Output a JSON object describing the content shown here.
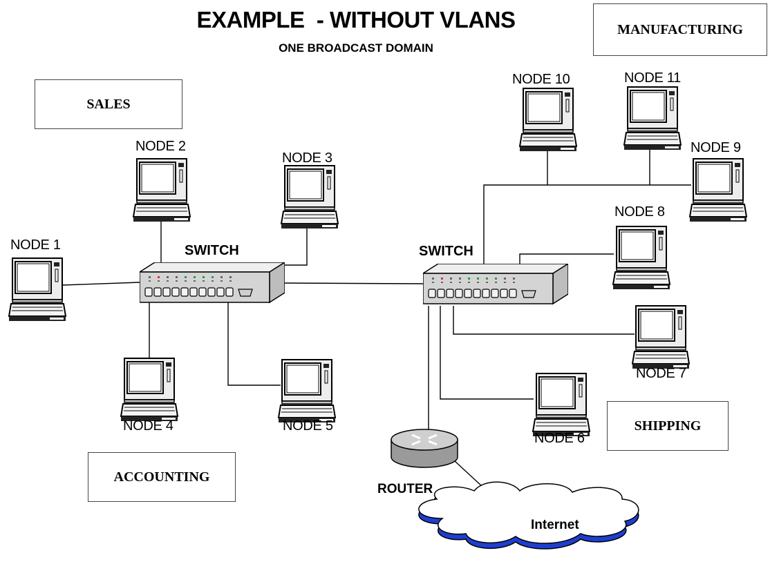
{
  "title": "EXAMPLE  - WITHOUT VLANS",
  "subtitle": "ONE BROADCAST DOMAIN",
  "departments": {
    "sales": "SALES",
    "accounting": "ACCOUNTING",
    "manufacturing": "MANUFACTURING",
    "shipping": "SHIPPING"
  },
  "nodes": {
    "n1": "NODE 1",
    "n2": "NODE 2",
    "n3": "NODE 3",
    "n4": "NODE 4",
    "n5": "NODE 5",
    "n6": "NODE 6",
    "n7": "NODE 7",
    "n8": "NODE 8",
    "n9": "NODE 9",
    "n10": "NODE 10",
    "n11": "NODE 11"
  },
  "devices": {
    "switch_left": "SWITCH",
    "switch_right": "SWITCH",
    "router": "ROUTER",
    "cloud": "Internet"
  },
  "icons": {
    "computer": "computer-icon",
    "switch": "switch-icon",
    "router": "router-icon",
    "cloud": "cloud-icon"
  },
  "colors": {
    "cloud_rim": "#1f3fd0",
    "led_red": "#e03030",
    "led_green": "#20a040"
  }
}
